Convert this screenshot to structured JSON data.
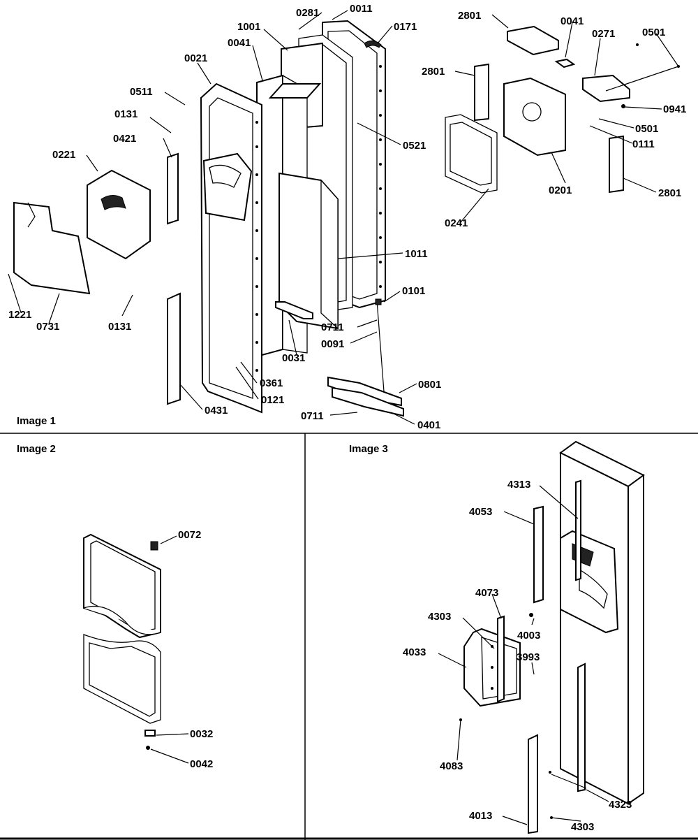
{
  "panels": {
    "image1": {
      "caption": "Image 1"
    },
    "image2": {
      "caption": "Image 2"
    },
    "image3": {
      "caption": "Image 3"
    }
  },
  "callouts": {
    "image1": [
      "0281",
      "0011",
      "0171",
      "1001",
      "0041",
      "0021",
      "0511",
      "0131",
      "0421",
      "0221",
      "0521",
      "1011",
      "0101",
      "0711",
      "0091",
      "0031",
      "0361",
      "0121",
      "0431",
      "0801",
      "0401",
      "0731",
      "1221",
      "2801",
      "0271",
      "0501",
      "0941",
      "0111",
      "0201",
      "0241"
    ],
    "image2": [
      "0072",
      "0032",
      "0042"
    ],
    "image3": [
      "4313",
      "4053",
      "4073",
      "4303",
      "4033",
      "4003",
      "3993",
      "4083",
      "4013",
      "4323"
    ]
  },
  "labels": {
    "i1_0281": "0281",
    "i1_0011": "0011",
    "i1_0171": "0171",
    "i1_1001": "1001",
    "i1_0041a": "0041",
    "i1_0021": "0021",
    "i1_0511": "0511",
    "i1_0131a": "0131",
    "i1_0421": "0421",
    "i1_0221": "0221",
    "i1_0521": "0521",
    "i1_1011": "1011",
    "i1_0101": "0101",
    "i1_0711a": "0711",
    "i1_0091": "0091",
    "i1_0031": "0031",
    "i1_0361": "0361",
    "i1_0121": "0121",
    "i1_0431": "0431",
    "i1_0801": "0801",
    "i1_0711b": "0711",
    "i1_0401": "0401",
    "i1_0131b": "0131",
    "i1_0731": "0731",
    "i1_1221": "1221",
    "i1_2801a": "2801",
    "i1_0041b": "0041",
    "i1_0271": "0271",
    "i1_0501a": "0501",
    "i1_2801b": "2801",
    "i1_0941": "0941",
    "i1_0501b": "0501",
    "i1_0111": "0111",
    "i1_0201": "0201",
    "i1_2801c": "2801",
    "i1_0241": "0241",
    "i2_0072": "0072",
    "i2_0032": "0032",
    "i2_0042": "0042",
    "i3_4313": "4313",
    "i3_4053": "4053",
    "i3_4073": "4073",
    "i3_4303a": "4303",
    "i3_4033": "4033",
    "i3_4003": "4003",
    "i3_3993": "3993",
    "i3_4083": "4083",
    "i3_4013": "4013",
    "i3_4303b": "4303",
    "i3_4323": "4323"
  },
  "colors": {
    "ink": "#000000",
    "paper": "#ffffff"
  }
}
